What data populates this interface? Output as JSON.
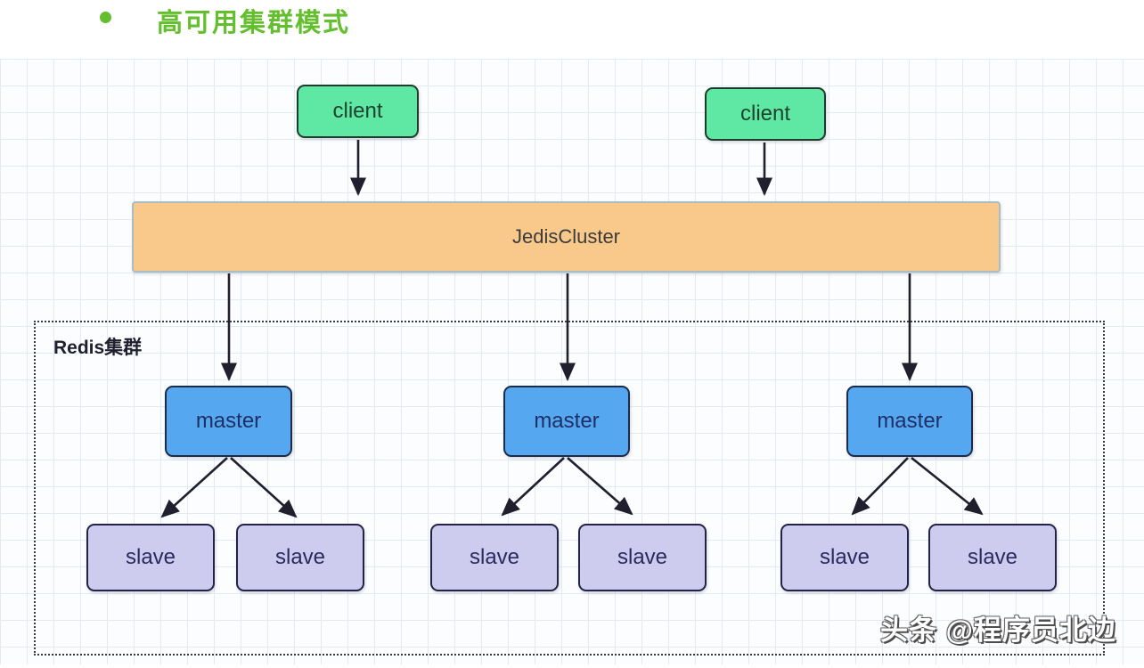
{
  "title": {
    "text": "高可用集群模式"
  },
  "nodes": {
    "clients": [
      {
        "label": "client"
      },
      {
        "label": "client"
      }
    ],
    "bus": {
      "label": "JedisCluster"
    },
    "cluster_label": "Redis集群",
    "masters": [
      {
        "label": "master"
      },
      {
        "label": "master"
      },
      {
        "label": "master"
      }
    ],
    "slaves": [
      {
        "label": "slave"
      },
      {
        "label": "slave"
      },
      {
        "label": "slave"
      },
      {
        "label": "slave"
      },
      {
        "label": "slave"
      },
      {
        "label": "slave"
      }
    ]
  },
  "watermark": {
    "text": "头条 @程序员北边"
  },
  "colors": {
    "title_green": "#63bf2d",
    "client_fill": "#5fe7a4",
    "client_border": "#1e3b2c",
    "bus_fill": "#f9c98c",
    "bus_border": "#a9bdc6",
    "master_fill": "#55a8f0",
    "master_border": "#1c2b4a",
    "slave_fill": "#cdccef",
    "slave_border": "#232347",
    "arrow": "#201f2d",
    "grid_line": "#e2eaf3"
  }
}
